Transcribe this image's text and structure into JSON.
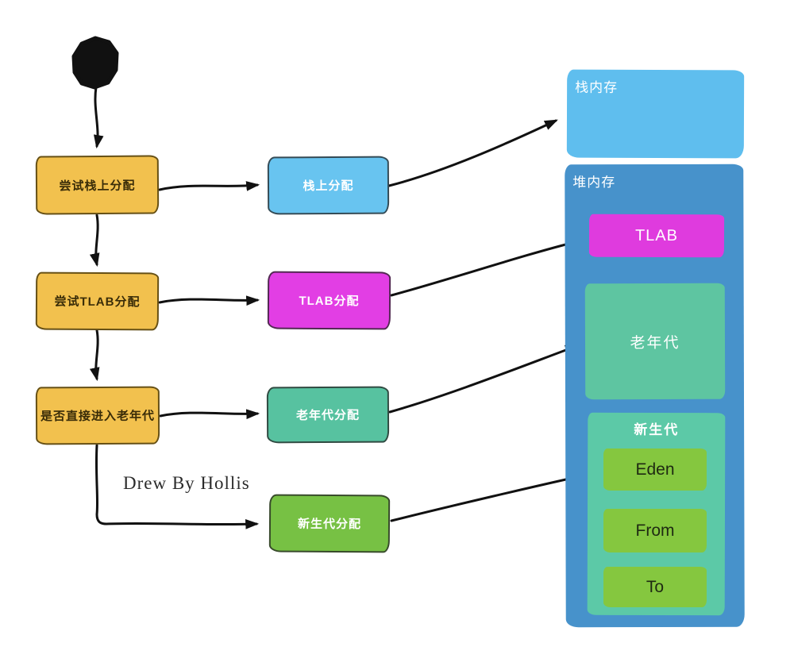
{
  "flow": {
    "try_stack_alloc": "尝试栈上分配",
    "try_tlab_alloc": "尝试TLAB分配",
    "check_direct_old_gen": "是否直接进入老年代"
  },
  "alloc": {
    "stack_alloc": "栈上分配",
    "tlab_alloc": "TLAB分配",
    "old_gen_alloc": "老年代分配",
    "young_gen_alloc": "新生代分配"
  },
  "memory": {
    "stack_label": "栈内存",
    "heap_label": "堆内存",
    "tlab_label": "TLAB",
    "old_gen_label": "老年代",
    "young_gen_label": "新生代",
    "eden_label": "Eden",
    "from_label": "From",
    "to_label": "To"
  },
  "credit": "Drew By Hollis",
  "colors": {
    "flow_box": "#f2c14e",
    "stack_alloc_box": "#68c4f0",
    "tlab_alloc_box": "#e23ee4",
    "old_gen_alloc_box": "#57c2a0",
    "young_gen_alloc_box": "#77c144",
    "stack_memory": "#5fbeee",
    "heap_memory": "#4792cb",
    "tlab_region": "#df3bde",
    "old_gen_region": "#5ec5a1",
    "young_gen_region": "#5cc9a7",
    "eden_survivor_box": "#85c73f",
    "arrow": "#111111"
  }
}
